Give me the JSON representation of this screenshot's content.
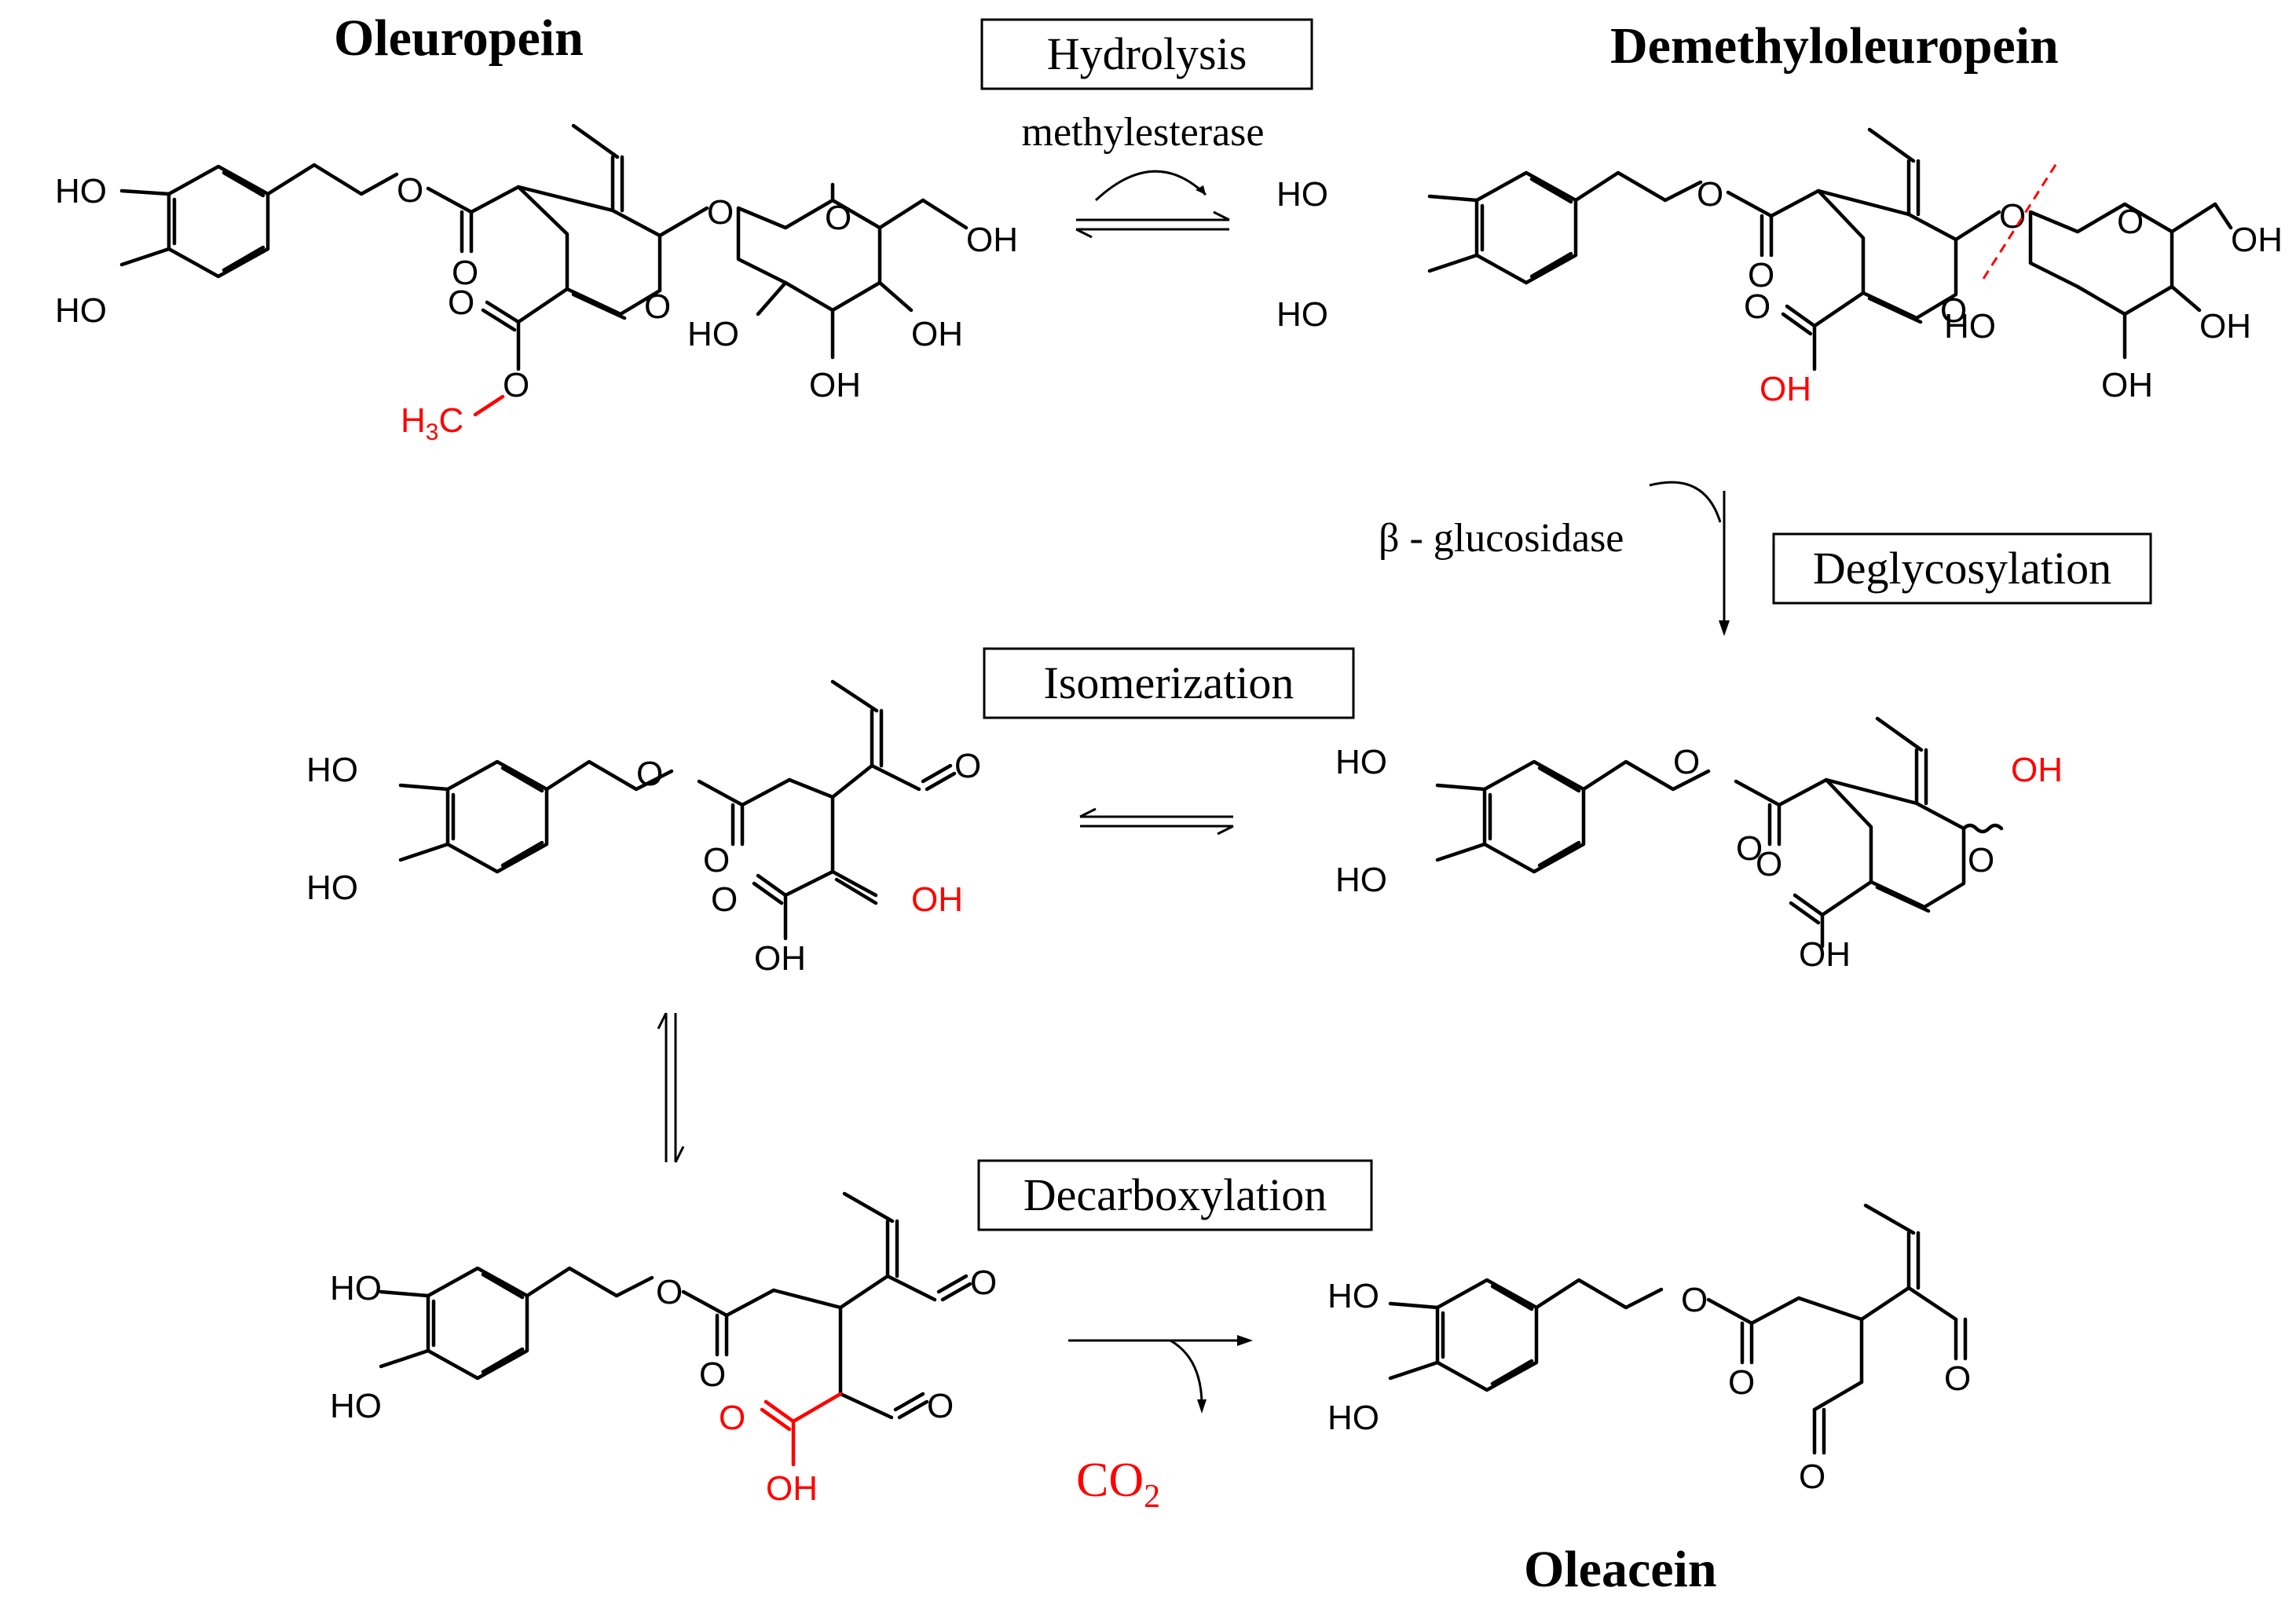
{
  "titles": {
    "oleuropein": "Oleuropein",
    "demethyloleuropein": "Demethyloleuropein",
    "oleacein": "Oleacein"
  },
  "steps": {
    "hydrolysis": "Hydrolysis",
    "deglycosylation": "Deglycosylation",
    "isomerization": "Isomerization",
    "decarboxylation": "Decarboxylation"
  },
  "enzymes": {
    "methylesterase": "methylesterase",
    "glucosidase": "β - glucosidase"
  },
  "byproduct": {
    "co2_main": "CO",
    "co2_sub": "2"
  },
  "atoms": {
    "ho": "HO",
    "oh": "OH",
    "o": "O",
    "h3c_main": "H",
    "h3c_sub": "3",
    "h3c_end": "C"
  },
  "colors": {
    "highlight": "#ff0000",
    "ink": "#000000"
  }
}
